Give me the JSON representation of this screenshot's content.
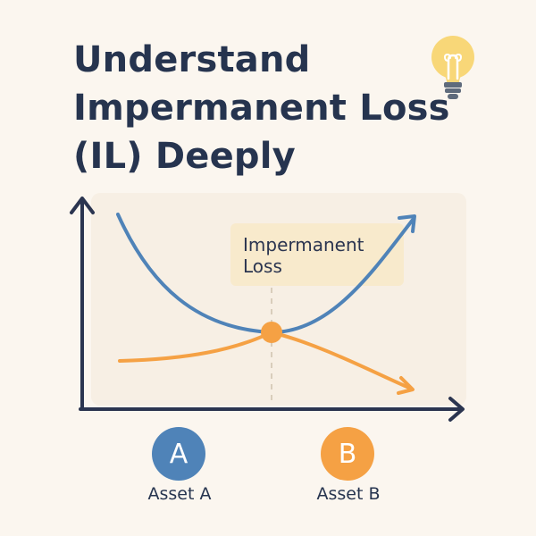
{
  "title": "Understand\nImpermanent Loss\n(IL) Deeply",
  "callout": {
    "text": "Impermanent\nLoss"
  },
  "assets": [
    {
      "letter": "A",
      "label": "Asset A",
      "color": "#4f83b8"
    },
    {
      "letter": "B",
      "label": "Asset B",
      "color": "#f5a144"
    }
  ],
  "colors": {
    "background": "#fbf6ef",
    "text": "#26344f",
    "blue_curve": "#4f83b8",
    "orange_curve": "#f5a144",
    "callout_fill": "#f8eacc"
  },
  "icons": [
    "lightbulb-icon"
  ]
}
